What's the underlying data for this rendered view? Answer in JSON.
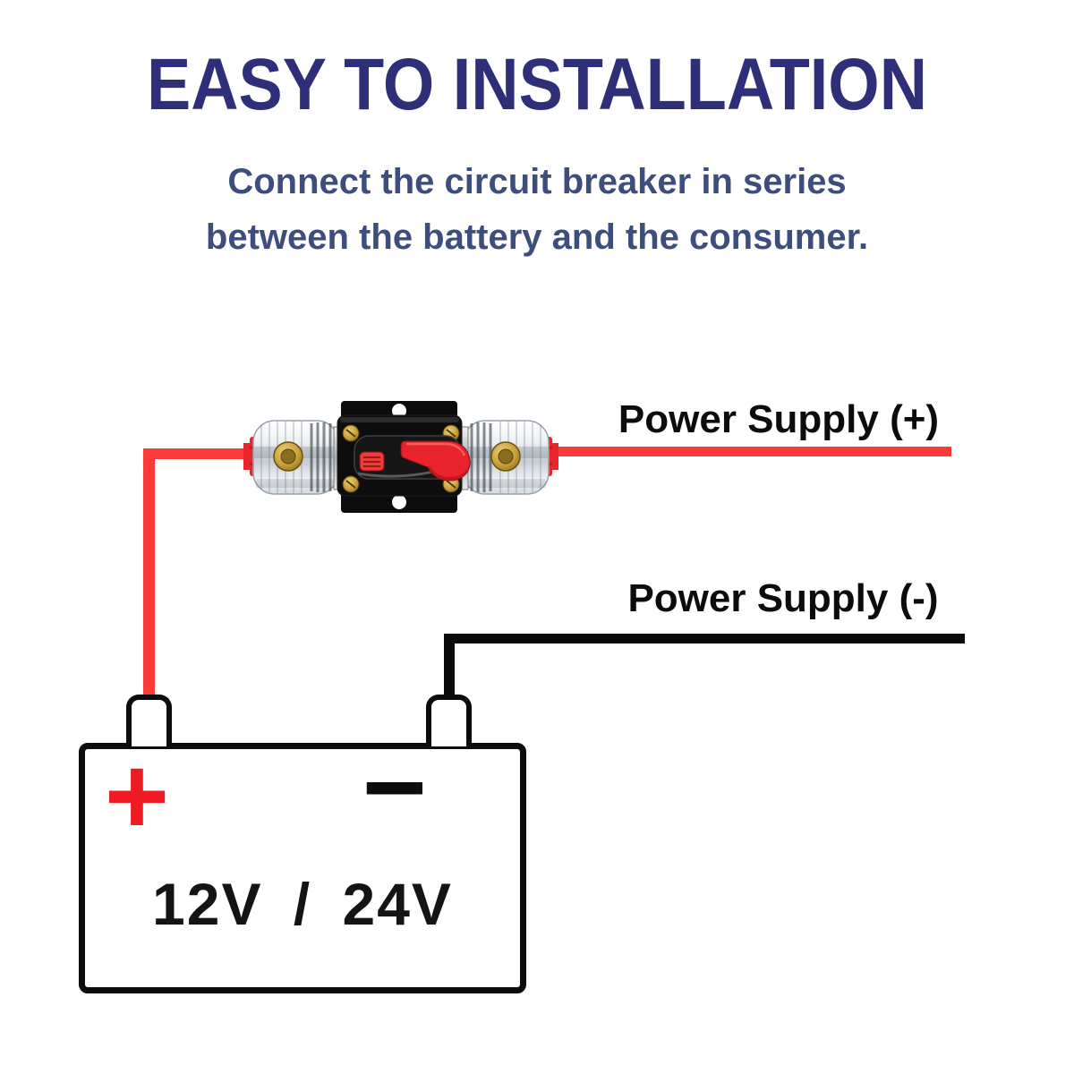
{
  "header": {
    "title": "EASY TO INSTALLATION",
    "subtitle_line1": "Connect the circuit breaker in series",
    "subtitle_line2": "between the battery and the consumer.",
    "title_color": "#2e2f78",
    "subtitle_color": "#3d4d7d"
  },
  "diagram": {
    "device_name": "inline circuit breaker",
    "labels": {
      "positive": "Power Supply (+)",
      "negative": "Power Supply (-)"
    },
    "wires": {
      "positive_color": "#fb3a3a",
      "negative_color": "#0a0a0a"
    },
    "battery": {
      "voltage": "12V / 24V",
      "plus_symbol": "+",
      "minus_symbol": "−",
      "plus_color": "#ed1c24",
      "minus_color": "#0c0c0c"
    }
  }
}
